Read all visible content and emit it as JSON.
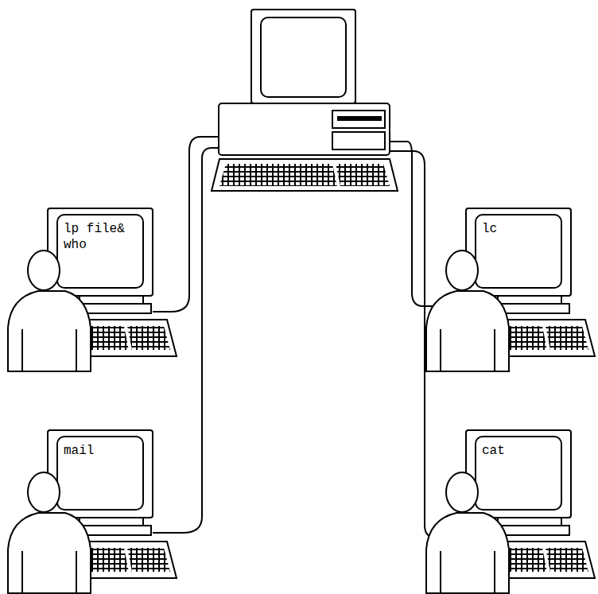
{
  "diagram": {
    "nodes": [
      {
        "text": [
          "lp file&",
          "who"
        ]
      },
      {
        "text": [
          "lc"
        ]
      },
      {
        "text": [
          "mail"
        ]
      },
      {
        "text": [
          "cat"
        ]
      }
    ]
  }
}
